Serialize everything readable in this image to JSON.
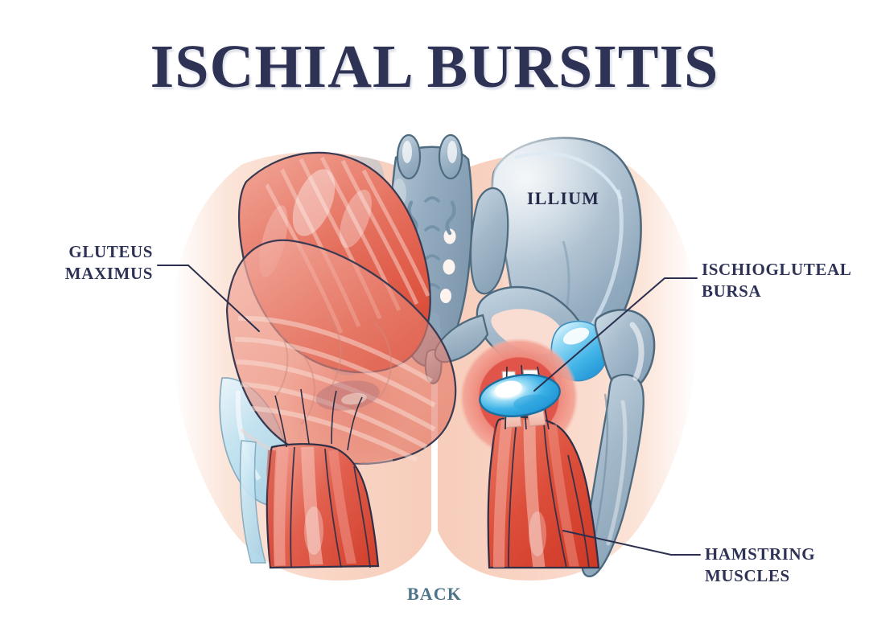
{
  "title": "ISCHIAL BURSITIS",
  "orientation_label": "BACK",
  "labels": {
    "gluteus": "GLUTEUS\nMAXIMUS",
    "bursa": "ISCHIOGLUTEAL\nBURSA",
    "hamstring": "HAMSTRING\nMUSCLES",
    "illium": "ILLIUM"
  },
  "colors": {
    "title_navy": "#2e3356",
    "label_navy": "#2e3356",
    "back_slate": "#4d7489",
    "leader_line": "#2b2f4e",
    "skin_peach": "#f9d7c8",
    "skin_peach_light": "#fdeee6",
    "muscle_red_dark": "#d6402f",
    "muscle_red": "#e2604f",
    "muscle_red_light": "#ee9486",
    "muscle_pale": "#f3b5ab",
    "bone_blue": "#9fb4c7",
    "bone_blue_dark": "#7e96ad",
    "bone_blue_light": "#c3d4e1",
    "cartilage_cyan": "#36b6e8",
    "bursa_cyan": "#2ba6e0",
    "bursa_highlight": "#ffffff",
    "inflammation_outer": "#f0897c",
    "inflammation_mid": "#e2544a",
    "inflammation_core": "#d8342a"
  },
  "diagram": {
    "type": "anatomical-illustration",
    "view": "posterior",
    "structures": [
      "gluteus maximus muscle",
      "ilium bone",
      "sacrum",
      "femur",
      "ischiogluteal bursa",
      "hamstring muscles",
      "inflammation halo"
    ]
  }
}
